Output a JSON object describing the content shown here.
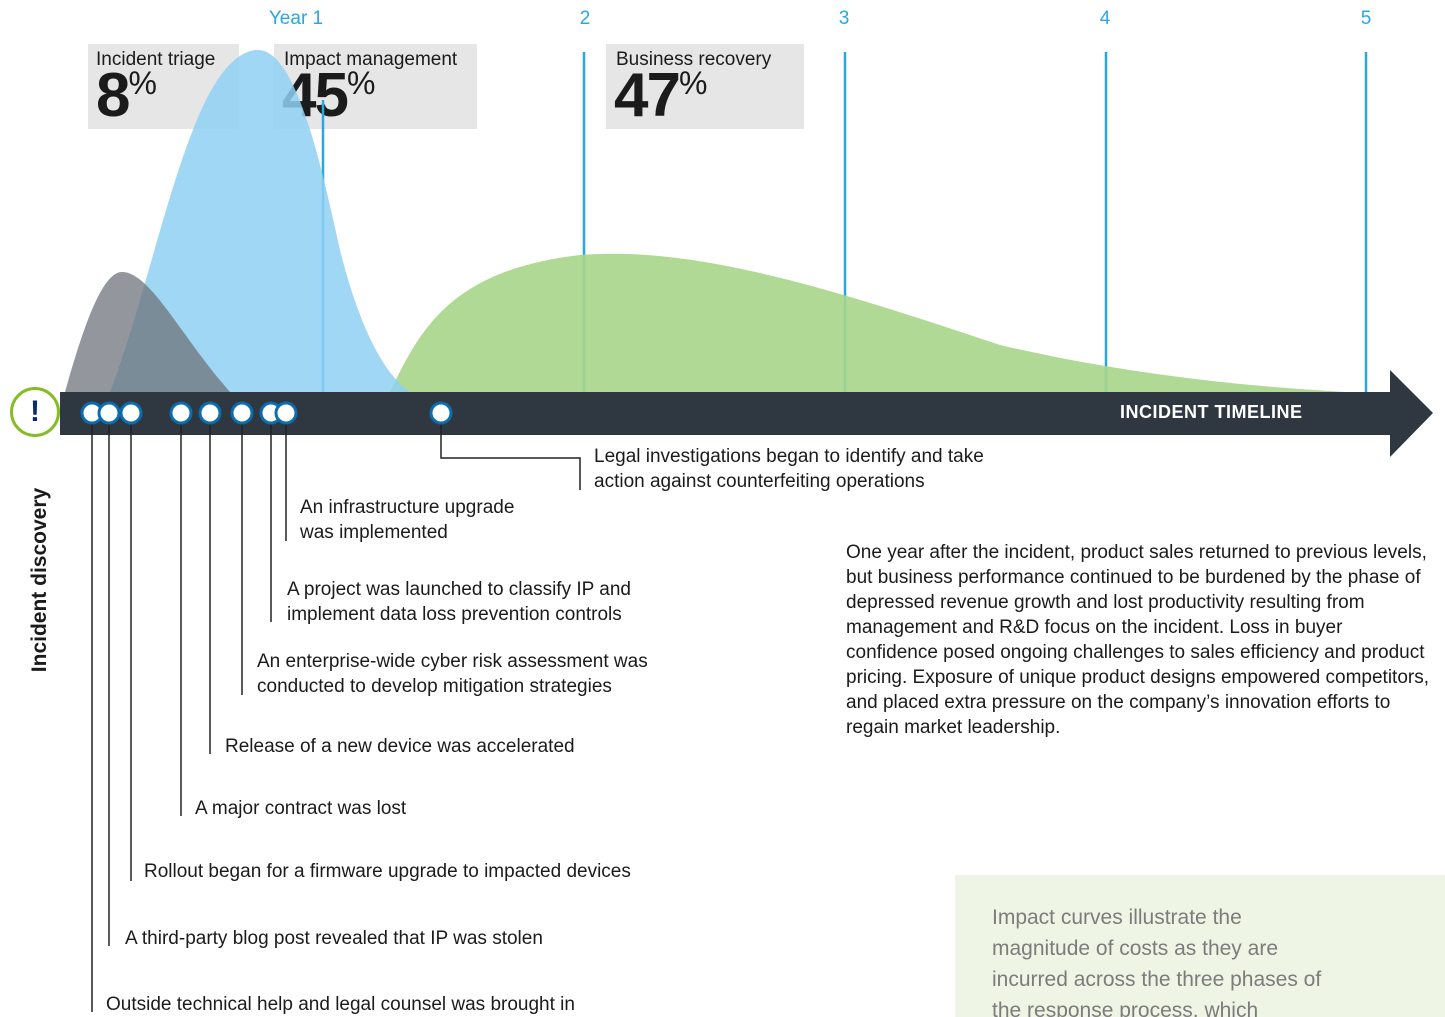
{
  "years": [
    "Year 1",
    "2",
    "3",
    "4",
    "5"
  ],
  "phases": {
    "triage": {
      "name": "Incident triage",
      "pct": "8",
      "unit": "%"
    },
    "impact": {
      "name": "Impact management",
      "pct": "45",
      "unit": "%"
    },
    "recovery": {
      "name": "Business recovery",
      "pct": "47",
      "unit": "%"
    }
  },
  "timeline_label": "INCIDENT TIMELINE",
  "discovery_label": "Incident discovery",
  "alert_symbol": "!",
  "events": [
    {
      "line1": "Legal investigations began to identify and take",
      "line2": "action against counterfeiting operations"
    },
    {
      "line1": "An infrastructure upgrade",
      "line2": "was implemented"
    },
    {
      "line1": "A project was launched to classify IP and",
      "line2": "implement data loss prevention controls"
    },
    {
      "line1": "An enterprise-wide cyber risk assessment was",
      "line2": "conducted to develop mitigation strategies"
    },
    {
      "line1": "Release of a new device was accelerated"
    },
    {
      "line1": "A major contract was lost"
    },
    {
      "line1": "Rollout began for a firmware upgrade to impacted devices"
    },
    {
      "line1": "A third-party blog post revealed that IP was stolen"
    },
    {
      "line1": "Outside technical help and legal counsel was brought in"
    }
  ],
  "summary": "One year after the incident, product sales returned to previous levels, but business performance continued to be burdened by the phase of depressed revenue growth and lost productivity resulting from management and R&D focus on the incident. Loss in buyer confidence posed ongoing challenges to sales efficiency and product pricing. Exposure of unique product designs empowered competitors, and placed extra pressure on the company’s innovation efforts to regain market leadership.",
  "note": "Impact curves illustrate the magnitude of costs as they are incurred across the three phases of the response process, which",
  "colors": {
    "year_blue": "#29a8e0",
    "triage_gray": "#7b7f86",
    "impact_blue": "#8fd0f2",
    "recovery_green": "#a7d58a",
    "timeline_dark": "#2f3741",
    "marker_blue": "#0a6db0",
    "alert_green": "#86bc25"
  }
}
